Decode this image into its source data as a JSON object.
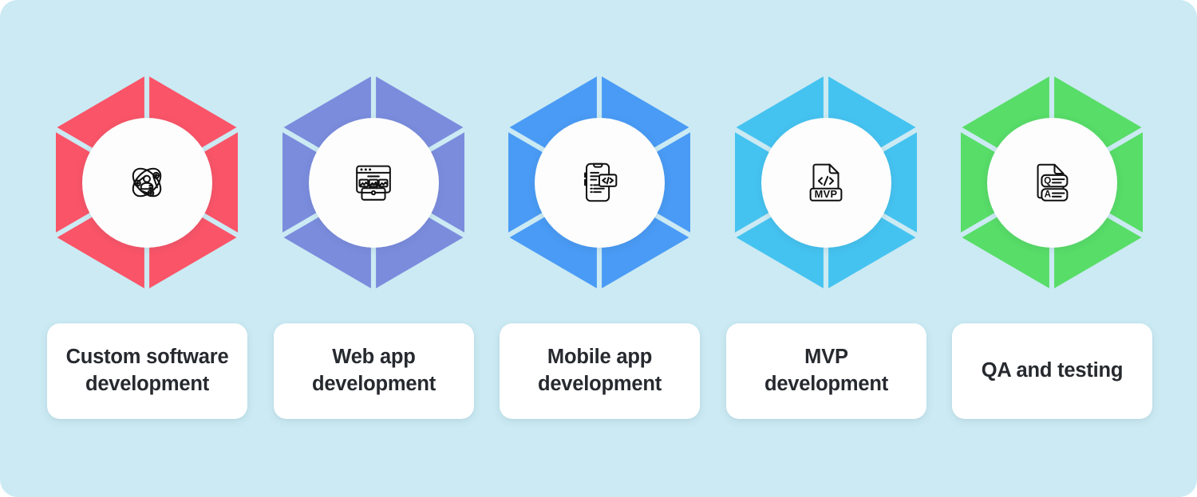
{
  "theme": {
    "background": "#cbeaf3",
    "card_background": "#ffffff",
    "circle_background": "#fdfdfd",
    "label_color": "#26292e",
    "icon_stroke": "#101010"
  },
  "infographic": {
    "layout": "horizontal-row-of-five",
    "items": [
      {
        "id": "custom-software-development",
        "label": "Custom software\ndevelopment",
        "color": "#fa5468",
        "icon": "atom-person-icon"
      },
      {
        "id": "web-app-development",
        "label": "Web app\ndevelopment",
        "color": "#7b8cdd",
        "icon": "browser-briefcase-icon"
      },
      {
        "id": "mobile-app-development",
        "label": "Mobile app\ndevelopment",
        "color": "#4a9bf5",
        "icon": "phone-code-icon"
      },
      {
        "id": "mvp-development",
        "label": "MVP\ndevelopment",
        "color": "#45c3f0",
        "icon": "mvp-document-icon",
        "icon_text": "MVP"
      },
      {
        "id": "qa-and-testing",
        "label": "QA and testing",
        "color": "#58dd68",
        "icon": "qa-document-icon",
        "icon_text_question": "Q",
        "icon_text_answer": "A"
      }
    ]
  }
}
